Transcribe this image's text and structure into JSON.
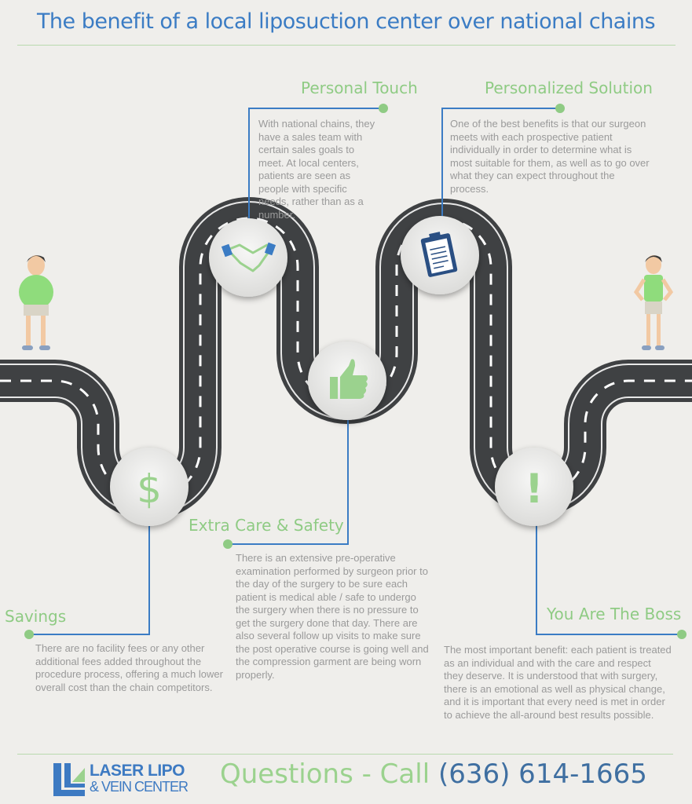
{
  "title": "The benefit of a local liposuction center over national chains",
  "sections": [
    {
      "heading": "Savings",
      "icon": "dollar-icon",
      "glyph": "$",
      "text": "There are no facility fees or any other additional fees added throughout the procedure process, offering a much lower overall cost than the chain competitors."
    },
    {
      "heading": "Personal Touch",
      "icon": "handshake-icon",
      "text": "With national chains, they have a sales team with certain sales goals to meet. At local centers, patients are seen as people with specific needs, rather than as a number."
    },
    {
      "heading": "Extra Care & Safety",
      "icon": "thumbs-up-icon",
      "text": "There is an extensive pre-operative examination performed by surgeon prior to the day of the surgery to be sure each patient is medical able / safe to undergo the surgery when there is no pressure to get the surgery done that day. There are also several follow up visits to make sure the post operative course is going well and the compression garment are being worn properly."
    },
    {
      "heading": "Personalized Solution",
      "icon": "clipboard-icon",
      "text": "One of the best benefits is that our surgeon meets with each prospective patient individually in order to determine what is most suitable for them, as well as to go over what they can expect throughout the process."
    },
    {
      "heading": "You Are The Boss",
      "icon": "exclamation-icon",
      "glyph": "!",
      "text": "The most important benefit: each patient is treated as an individual and with the care and respect they deserve. It is understood that with surgery, there is an emotional as well as physical change, and it is important that every need is met in order to achieve the all-around best results possible."
    }
  ],
  "footer": {
    "logo_line1": "LASER LIPO",
    "logo_line2": "& VEIN CENTER",
    "question": "Questions - Call ",
    "phone": "(636) 614-1665"
  },
  "colors": {
    "title": "#3b7cc4",
    "heading": "#8fcb84",
    "road": "#3f4143",
    "connector": "#3b7cc4"
  }
}
